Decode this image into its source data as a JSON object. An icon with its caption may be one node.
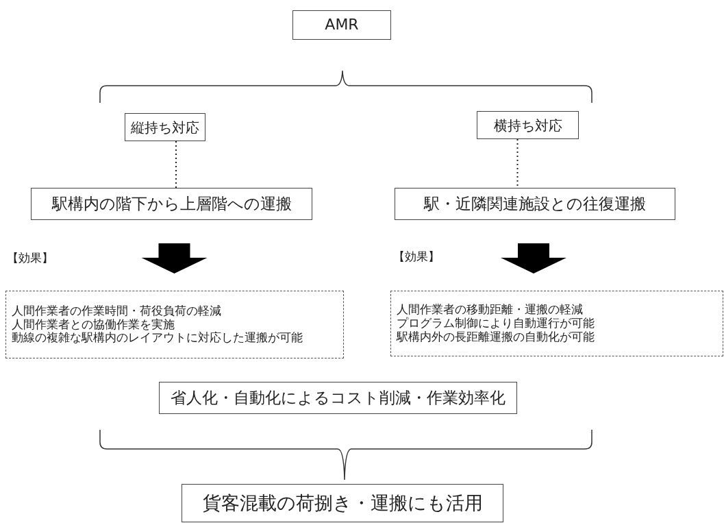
{
  "diagram": {
    "nodes": [
      {
        "text": [
          "AMR"
        ]
      },
      {
        "text": [
          "縦持ち対応"
        ]
      },
      {
        "text": [
          "横持ち対応"
        ]
      },
      {
        "text": [
          "駅構内の階下から上層階への運搬"
        ]
      },
      {
        "text": [
          "駅・近隣関連施設との往復運搬"
        ]
      },
      {
        "text": [
          "人間作業者の作業時間・荷役負荷の軽減",
          "人間作業者との協働作業を実施",
          "動線の複雑な駅構内のレイアウトに対応した運搬が可能"
        ]
      },
      {
        "text": [
          "人間作業者の移動距離・運搬の軽減",
          "プログラム制御により自動運行が可能",
          "駅構内外の長距離運搬の自動化が可能"
        ]
      },
      {
        "text": [
          "省人化・自動化によるコスト削減・作業効率化"
        ]
      },
      {
        "text": [
          "貨客混載の荷捌き・運搬にも活用"
        ]
      }
    ],
    "edges": [
      {
        "from": 1,
        "to": 3,
        "arrow": "none",
        "style": "dashed"
      },
      {
        "from": 2,
        "to": 4,
        "arrow": "none",
        "style": "dashed"
      },
      {
        "from": 3,
        "to": 5,
        "arrow": "to",
        "style": "thick"
      },
      {
        "from": 4,
        "to": 6,
        "arrow": "to",
        "style": "thick"
      }
    ],
    "labels": [
      "【効果】",
      "【効果】"
    ]
  }
}
